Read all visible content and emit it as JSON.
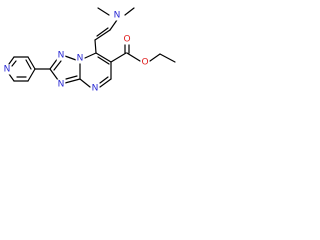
{
  "colors": {
    "bond": "#000000",
    "nitrogen": "#2b2bd4",
    "oxygen": "#e02020"
  },
  "atoms": {
    "n_dimethylamino": "N",
    "n_pyridine": "N",
    "n_triazole_a": "N",
    "n_triazole_b": "N",
    "n_bridgehead": "N",
    "n_pyrimidine": "N",
    "o_carbonyl": "O",
    "o_ester": "O"
  }
}
